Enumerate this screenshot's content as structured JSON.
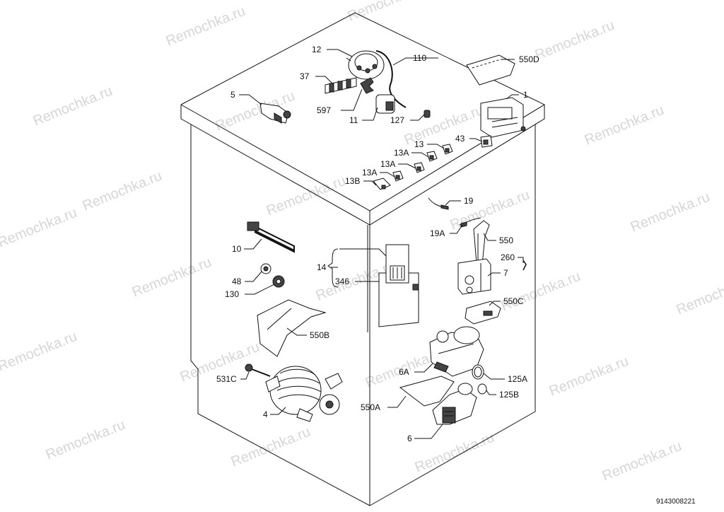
{
  "watermark": "Remochka.ru",
  "reference_number": "9143008221",
  "labels": {
    "p12": "12",
    "p110": "110",
    "p550D": "550D",
    "p37": "37",
    "p1": "1",
    "p5": "5",
    "p597": "597",
    "p11": "11",
    "p127": "127",
    "p43": "43",
    "p13a": "13",
    "p13A1": "13A",
    "p13A2": "13A",
    "p13A3": "13A",
    "p13B": "13B",
    "p19": "19",
    "p19A": "19A",
    "p10": "10",
    "p550": "550",
    "p260": "260",
    "p14": "14",
    "p7": "7",
    "p48": "48",
    "p346": "346",
    "p130": "130",
    "p550C": "550C",
    "p550B": "550B",
    "p6A": "6A",
    "p125A": "125A",
    "p531C": "531C",
    "p125B": "125B",
    "p550A": "550A",
    "p4": "4",
    "p6": "6"
  }
}
